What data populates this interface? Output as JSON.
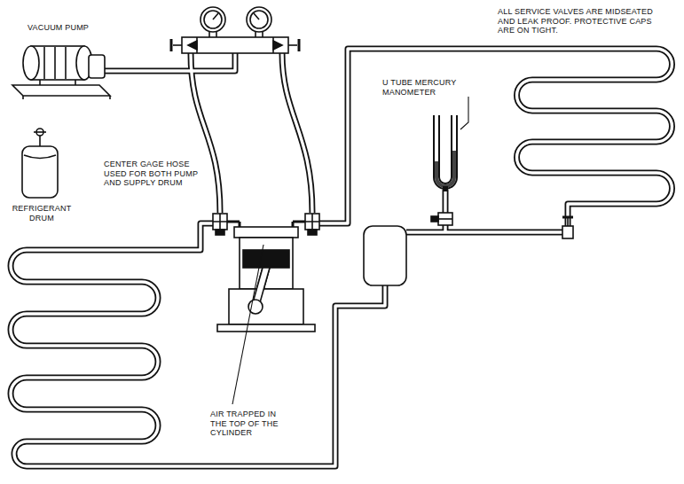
{
  "diagram": {
    "labels": [
      "VACUUM PUMP",
      "CENTER GAGE HOSE USED FOR BOTH PUMP AND SUPPLY DRUM",
      "REFRIGERANT DRUM",
      "AIR TRAPPED IN THE TOP OF THE CYLINDER",
      "U TUBE MERCURY MANOMETER",
      "ALL SERVICE VALVES ARE MIDSEATED AND LEAK PROOF. PROTECTIVE CAPS ARE ON TIGHT."
    ]
  }
}
